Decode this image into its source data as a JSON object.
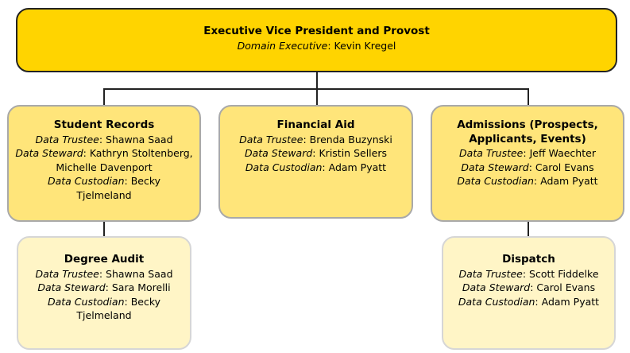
{
  "top": {
    "title": "Executive Vice President and Provost",
    "role": "Domain Executive",
    "person": "Kevin Kregel"
  },
  "student_records": {
    "title": "Student Records",
    "trustee_role": "Data Trustee",
    "trustee": "Shawna Saad",
    "steward_role": "Data Steward",
    "steward_1": "Kathryn Stoltenberg,",
    "steward_2": "Michelle Davenport",
    "custodian_role": "Data Custodian",
    "custodian_1": "Becky",
    "custodian_2": "Tjelmeland"
  },
  "financial_aid": {
    "title": "Financial Aid",
    "trustee_role": "Data Trustee",
    "trustee": "Brenda Buzynski",
    "steward_role": "Data Steward",
    "steward": "Kristin Sellers",
    "custodian_role": "Data Custodian",
    "custodian": "Adam Pyatt"
  },
  "admissions": {
    "title_1": "Admissions (Prospects,",
    "title_2": "Applicants, Events)",
    "trustee_role": "Data Trustee",
    "trustee": "Jeff Waechter",
    "steward_role": "Data Steward",
    "steward": "Carol Evans",
    "custodian_role": "Data Custodian",
    "custodian": "Adam Pyatt"
  },
  "degree_audit": {
    "title": "Degree Audit",
    "trustee_role": "Data Trustee",
    "trustee": "Shawna Saad",
    "steward_role": "Data Steward",
    "steward": "Sara Morelli",
    "custodian_role": "Data Custodian",
    "custodian_1": "Becky",
    "custodian_2": "Tjelmeland"
  },
  "dispatch": {
    "title": "Dispatch",
    "trustee_role": "Data Trustee",
    "trustee": "Scott Fiddelke",
    "steward_role": "Data Steward",
    "steward": "Carol Evans",
    "custodian_role": "Data Custodian",
    "custodian": "Adam Pyatt"
  }
}
